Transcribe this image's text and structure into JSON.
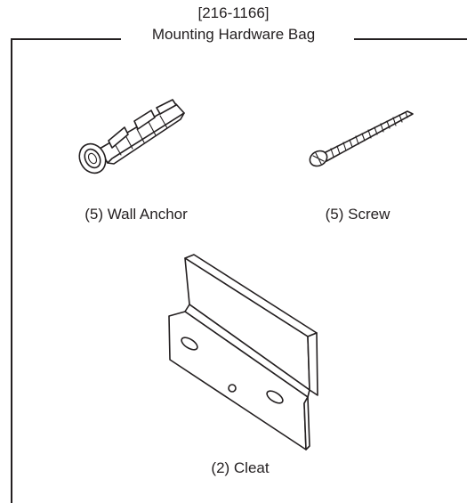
{
  "header": {
    "part_number": "[216-1166]",
    "title": "Mounting Hardware Bag"
  },
  "items": {
    "wall_anchor": {
      "label": "(5) Wall Anchor",
      "icon": "wall-anchor-icon"
    },
    "screw": {
      "label": "(5) Screw",
      "icon": "screw-icon"
    },
    "cleat": {
      "label": "(2) Cleat",
      "icon": "cleat-icon"
    }
  },
  "colors": {
    "ink": "#231f20",
    "background": "#ffffff"
  }
}
